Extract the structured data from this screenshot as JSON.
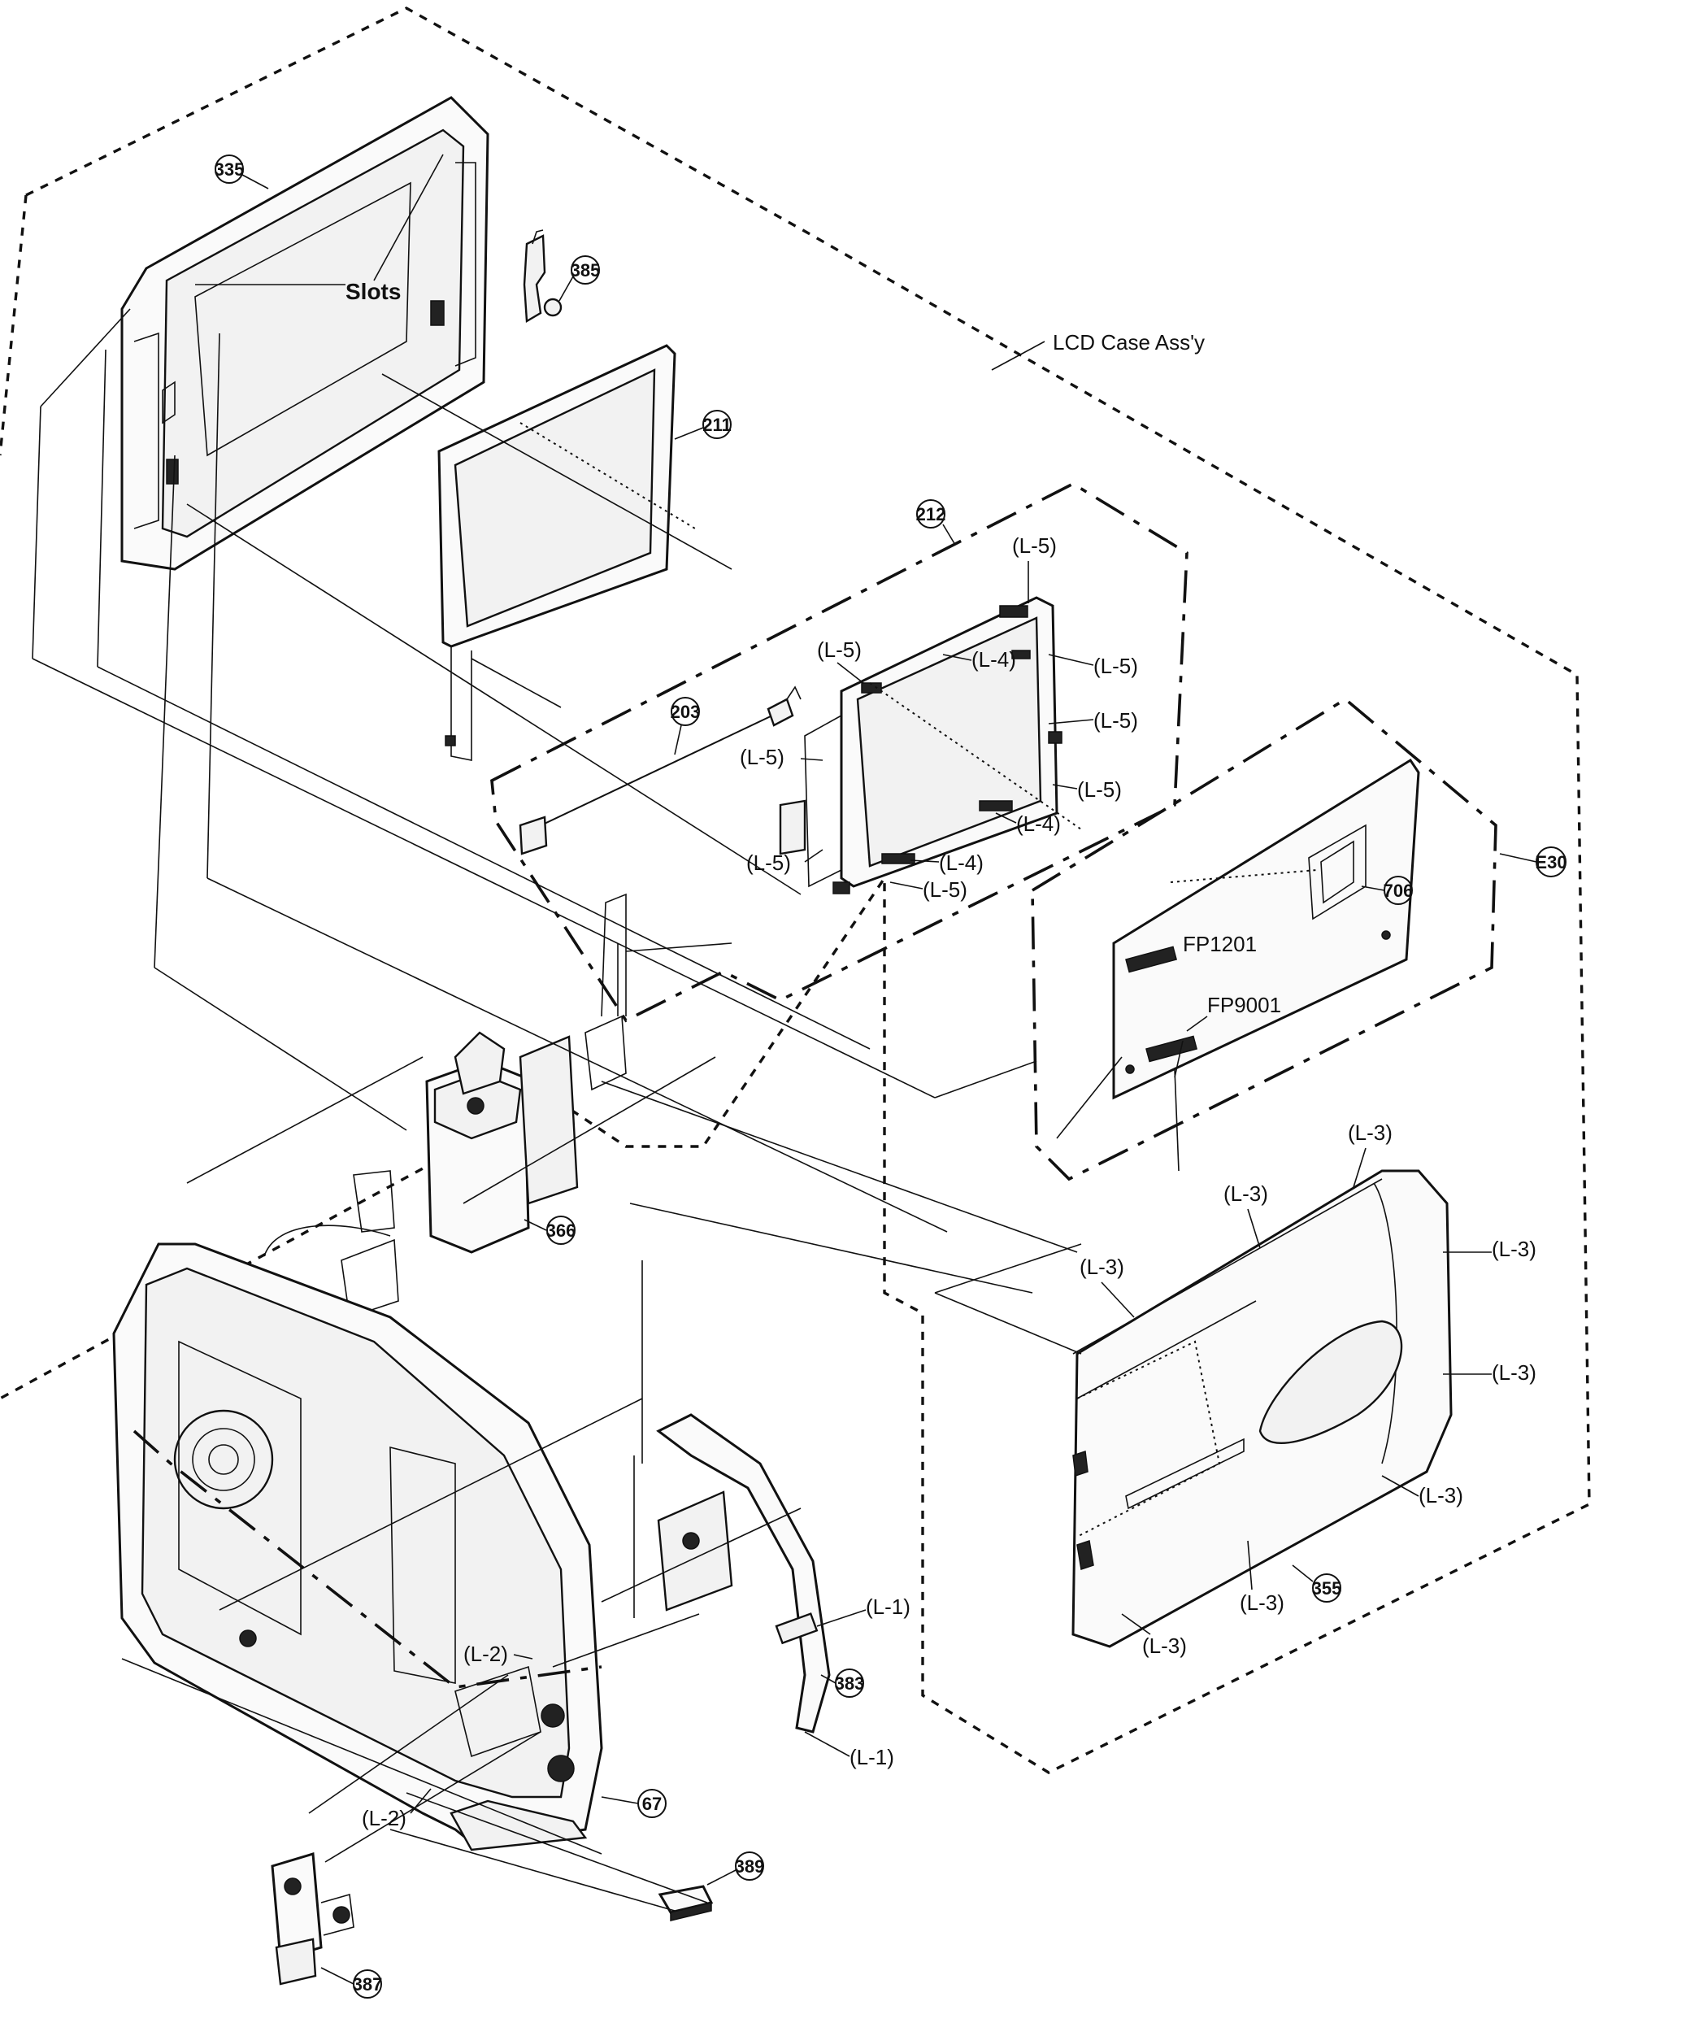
{
  "assembly_label": "LCD  Case Ass'y",
  "slots_label": "Slots",
  "callouts": {
    "c335": "335",
    "c385": "385",
    "c211": "211",
    "c212": "212",
    "c203": "203",
    "c706": "706",
    "cE30": "E30",
    "c366": "366",
    "c355": "355",
    "c383": "383",
    "c67": "67",
    "c389": "389",
    "c387": "387"
  },
  "connectors": {
    "fp1201": "FP1201",
    "fp9001": "FP9001"
  },
  "screw_labels": {
    "l5": "(L-5)",
    "l4": "(L-4)",
    "l3": "(L-3)",
    "l2": "(L-2)",
    "l1": "(L-1)"
  }
}
